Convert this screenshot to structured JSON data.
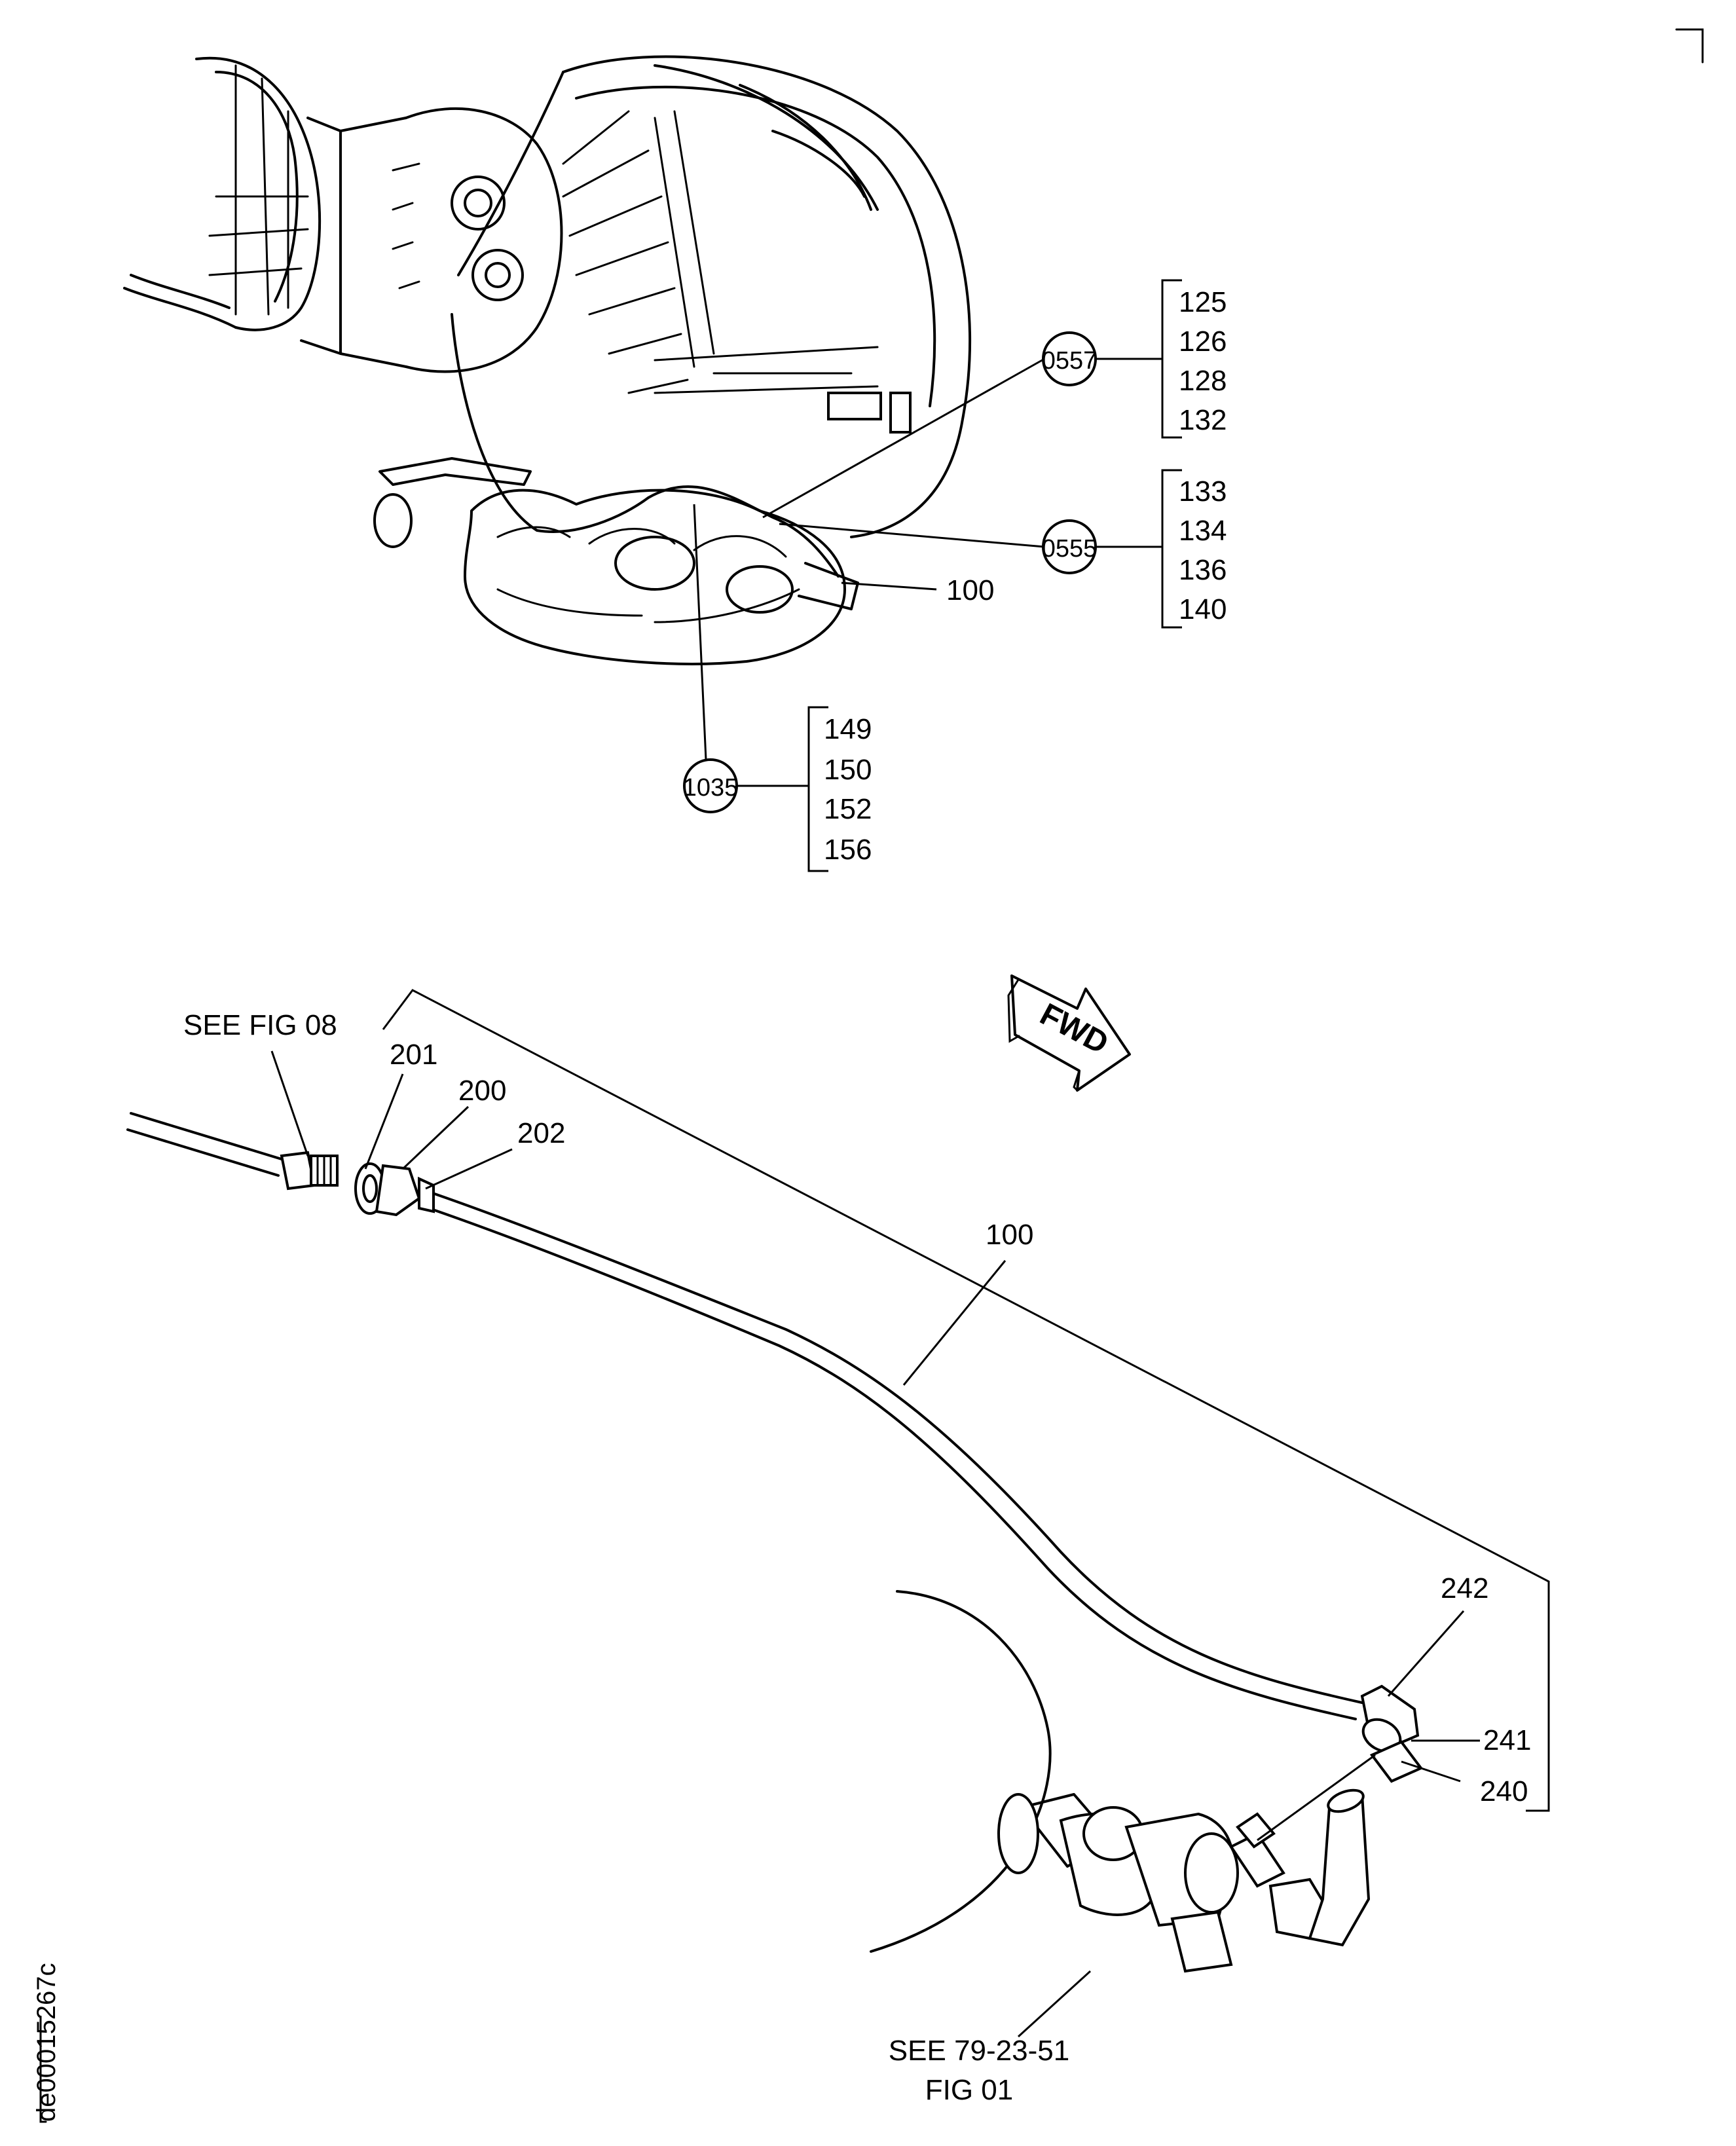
{
  "upper_view": {
    "tube_callout": "100",
    "groups": [
      {
        "ref": "0557",
        "parts": [
          "125",
          "126",
          "128",
          "132"
        ]
      },
      {
        "ref": "0555",
        "parts": [
          "133",
          "134",
          "136",
          "140"
        ]
      },
      {
        "ref": "1035",
        "parts": [
          "149",
          "150",
          "152",
          "156"
        ]
      }
    ]
  },
  "fwd_arrow_label": "FWD",
  "detail_view": {
    "see_fig_08": "SEE FIG 08",
    "callouts": {
      "200": "200",
      "201": "201",
      "202": "202",
      "100": "100",
      "240": "240",
      "241": "241",
      "242": "242"
    },
    "see_79_23_51_line1": "SEE 79-23-51",
    "see_79_23_51_line2": "FIG 01"
  },
  "drawing_id": "de00015267c"
}
